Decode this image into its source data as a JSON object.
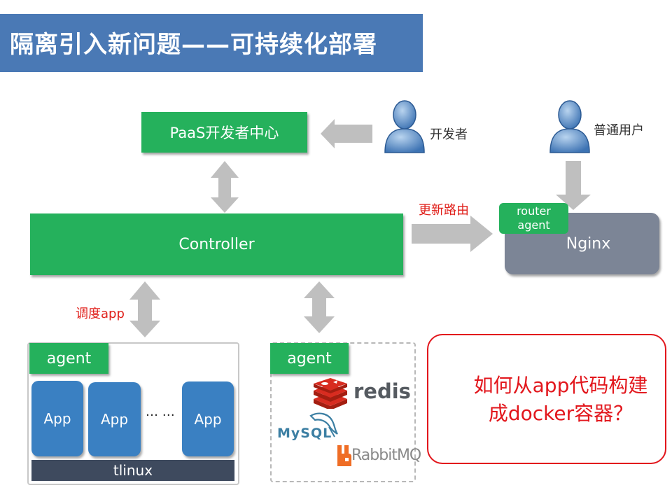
{
  "title": "隔离引入新问题——可持续化部署",
  "nodes": {
    "paas": "PaaS开发者中心",
    "controller": "Controller",
    "nginx": "Nginx",
    "router_agent_line1": "router",
    "router_agent_line2": "agent",
    "developer": "开发者",
    "user": "普通用户"
  },
  "edges": {
    "update_route": "更新路由",
    "schedule_app": "调度app"
  },
  "cluster1": {
    "agent": "agent",
    "apps": [
      "App",
      "App",
      "App"
    ],
    "ellipsis": "… …",
    "os": "tlinux"
  },
  "cluster2": {
    "agent": "agent",
    "redis": "redis",
    "mysql": "MySQL",
    "rabbitmq": "RabbitMQ"
  },
  "question": {
    "line1": "如何从app代码构建",
    "line2": "成docker容器？"
  },
  "colors": {
    "title_bg": "#4a79b5",
    "green": "#25b15c",
    "nginx": "#7c8596",
    "app_blue": "#3a80c2",
    "red": "#e2161c",
    "arrow_gray": "#bfbfbf"
  }
}
